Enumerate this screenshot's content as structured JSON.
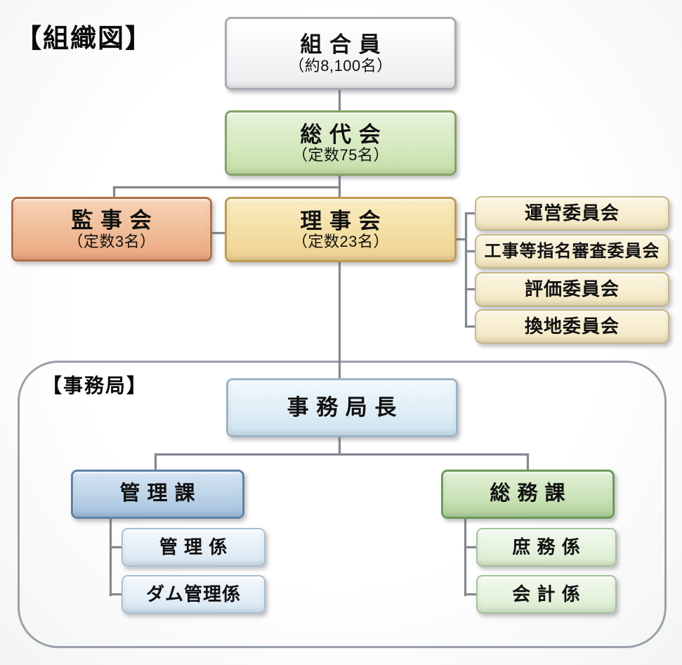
{
  "page": {
    "title": "【組織図】"
  },
  "org": {
    "kumiaiin": {
      "label": "組 合 員",
      "sub": "（約8,100名）"
    },
    "soudaikai": {
      "label": "総 代 会",
      "sub": "（定数75名）"
    },
    "kanjikai": {
      "label": "監 事 会",
      "sub": "（定数3名）"
    },
    "rijikai": {
      "label": "理 事 会",
      "sub": "（定数23名）"
    },
    "committees": [
      {
        "label": "運営委員会"
      },
      {
        "label": "工事等指名審査委員会"
      },
      {
        "label": "評価委員会"
      },
      {
        "label": "換地委員会"
      }
    ],
    "jimukyoku": {
      "label": "【事務局】",
      "head": {
        "label": "事 務 局 長"
      },
      "kanrika": {
        "label": "管 理 課"
      },
      "kanrika_subs": [
        {
          "label": "管 理 係"
        },
        {
          "label": "ダム管理係"
        }
      ],
      "soumuka": {
        "label": "総 務 課"
      },
      "soumuka_subs": [
        {
          "label": "庶 務 係"
        },
        {
          "label": "会 計 係"
        }
      ]
    }
  },
  "colors": {
    "connector": "#84888f",
    "member_box": "#f6f6f8",
    "soudaikai_green": "#d6e9c0",
    "kanjikai_salmon": "#f0bc97",
    "rijikai_gold": "#f4dfa4",
    "committee_cream": "#f7eed1",
    "head_pale_blue": "#e0eef7",
    "kanrika_blue": "#bcd3e7",
    "kakari_light_blue": "#e5eff7",
    "soumuka_green": "#cce4ba",
    "kakari_light_green": "#e6f3de"
  }
}
